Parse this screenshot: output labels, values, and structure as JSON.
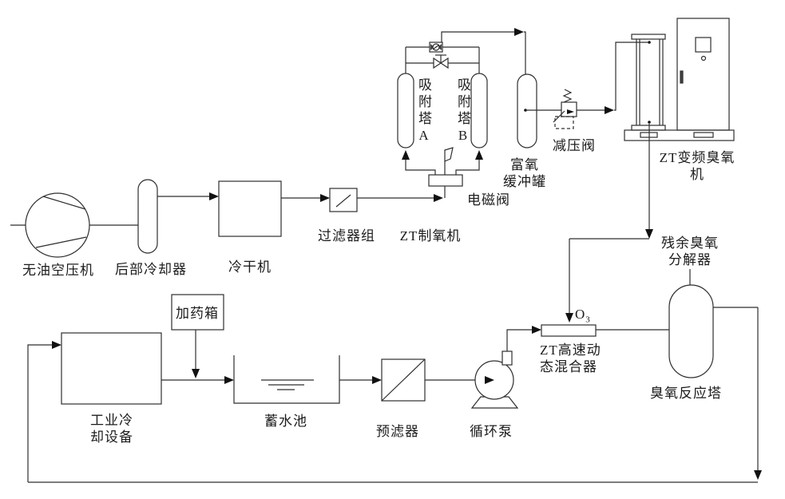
{
  "colors": {
    "line": "#2e2e2e",
    "background": "#ffffff",
    "text": "#1c1c1c"
  },
  "equipment_labels": {
    "compressor": "无油空压机",
    "aftercooler": "后部冷却器",
    "dryer": "冷干机",
    "filter_group": "过滤器组",
    "oxygen_generator": "ZT制氧机",
    "solenoid_valve": "电磁阀",
    "adsorption_tower_a": "吸附塔A",
    "adsorption_tower_b": "吸附塔B",
    "buffer_tank": "富氧\n缓冲罐",
    "pressure_reducing_valve": "减压阀",
    "ozone_machine": "ZT变频臭氧机",
    "residual_ozone_decomposer": "残余臭氧\n分解器",
    "mixer": "ZT高速动\n态混合器",
    "reaction_tower": "臭氧反应塔",
    "cooling_equipment": "工业冷\n却设备",
    "dosing_box": "加药箱",
    "storage_pool": "蓄水池",
    "prefilter": "预滤器",
    "circulation_pump": "循环泵"
  },
  "stream_labels": {
    "ozone": {
      "base": "O",
      "sub": "3"
    }
  }
}
